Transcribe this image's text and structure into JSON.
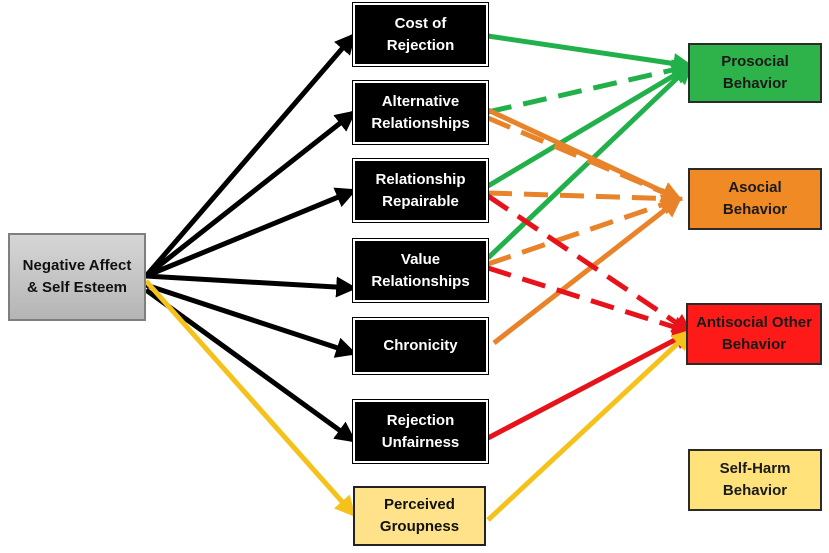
{
  "source": {
    "label": "Negative Affect\n& Self Esteem"
  },
  "mediators": [
    {
      "id": "cost",
      "label": "Cost of\nRejection"
    },
    {
      "id": "alt",
      "label": "Alternative\nRelationships"
    },
    {
      "id": "repair",
      "label": "Relationship\nRepairable"
    },
    {
      "id": "value",
      "label": "Value\nRelationships"
    },
    {
      "id": "chron",
      "label": "Chronicity"
    },
    {
      "id": "unfair",
      "label": "Rejection\nUnfairness"
    },
    {
      "id": "group",
      "label": "Perceived\nGroupness"
    }
  ],
  "outcomes": [
    {
      "id": "pro",
      "label": "Prosocial\nBehavior",
      "color": "#2db34a"
    },
    {
      "id": "aso",
      "label": "Asocial\nBehavior",
      "color": "#f08a24"
    },
    {
      "id": "anti",
      "label": "Antisocial Other\nBehavior",
      "color": "#ff1a1a"
    },
    {
      "id": "self",
      "label": "Self-Harm\nBehavior",
      "color": "#ffe27a"
    }
  ],
  "colors": {
    "black": "#000000",
    "green": "#22b04b",
    "orange": "#e8832a",
    "red": "#e8121a",
    "yellow": "#f5c21b"
  },
  "edges": [
    {
      "from": "source",
      "to": "cost",
      "color": "black",
      "style": "solid"
    },
    {
      "from": "source",
      "to": "alt",
      "color": "black",
      "style": "solid"
    },
    {
      "from": "source",
      "to": "repair",
      "color": "black",
      "style": "solid"
    },
    {
      "from": "source",
      "to": "value",
      "color": "black",
      "style": "solid"
    },
    {
      "from": "source",
      "to": "chron",
      "color": "black",
      "style": "solid"
    },
    {
      "from": "source",
      "to": "unfair",
      "color": "black",
      "style": "solid"
    },
    {
      "from": "source",
      "to": "group",
      "color": "yellow",
      "style": "solid"
    },
    {
      "from": "cost",
      "to": "pro",
      "color": "green",
      "style": "solid"
    },
    {
      "from": "alt",
      "to": "pro",
      "color": "green",
      "style": "dashed"
    },
    {
      "from": "repair",
      "to": "pro",
      "color": "green",
      "style": "solid"
    },
    {
      "from": "value",
      "to": "pro",
      "color": "green",
      "style": "solid"
    },
    {
      "from": "alt",
      "to": "aso",
      "color": "orange",
      "style": "solid"
    },
    {
      "from": "alt",
      "to": "aso",
      "color": "orange",
      "style": "dashed"
    },
    {
      "from": "repair",
      "to": "aso",
      "color": "orange",
      "style": "dashed"
    },
    {
      "from": "value",
      "to": "aso",
      "color": "orange",
      "style": "dashed"
    },
    {
      "from": "chron",
      "to": "aso",
      "color": "orange",
      "style": "solid"
    },
    {
      "from": "repair",
      "to": "anti",
      "color": "red",
      "style": "dashed"
    },
    {
      "from": "value",
      "to": "anti",
      "color": "red",
      "style": "dashed"
    },
    {
      "from": "unfair",
      "to": "anti",
      "color": "red",
      "style": "solid"
    },
    {
      "from": "group",
      "to": "anti",
      "color": "yellow",
      "style": "solid"
    }
  ]
}
